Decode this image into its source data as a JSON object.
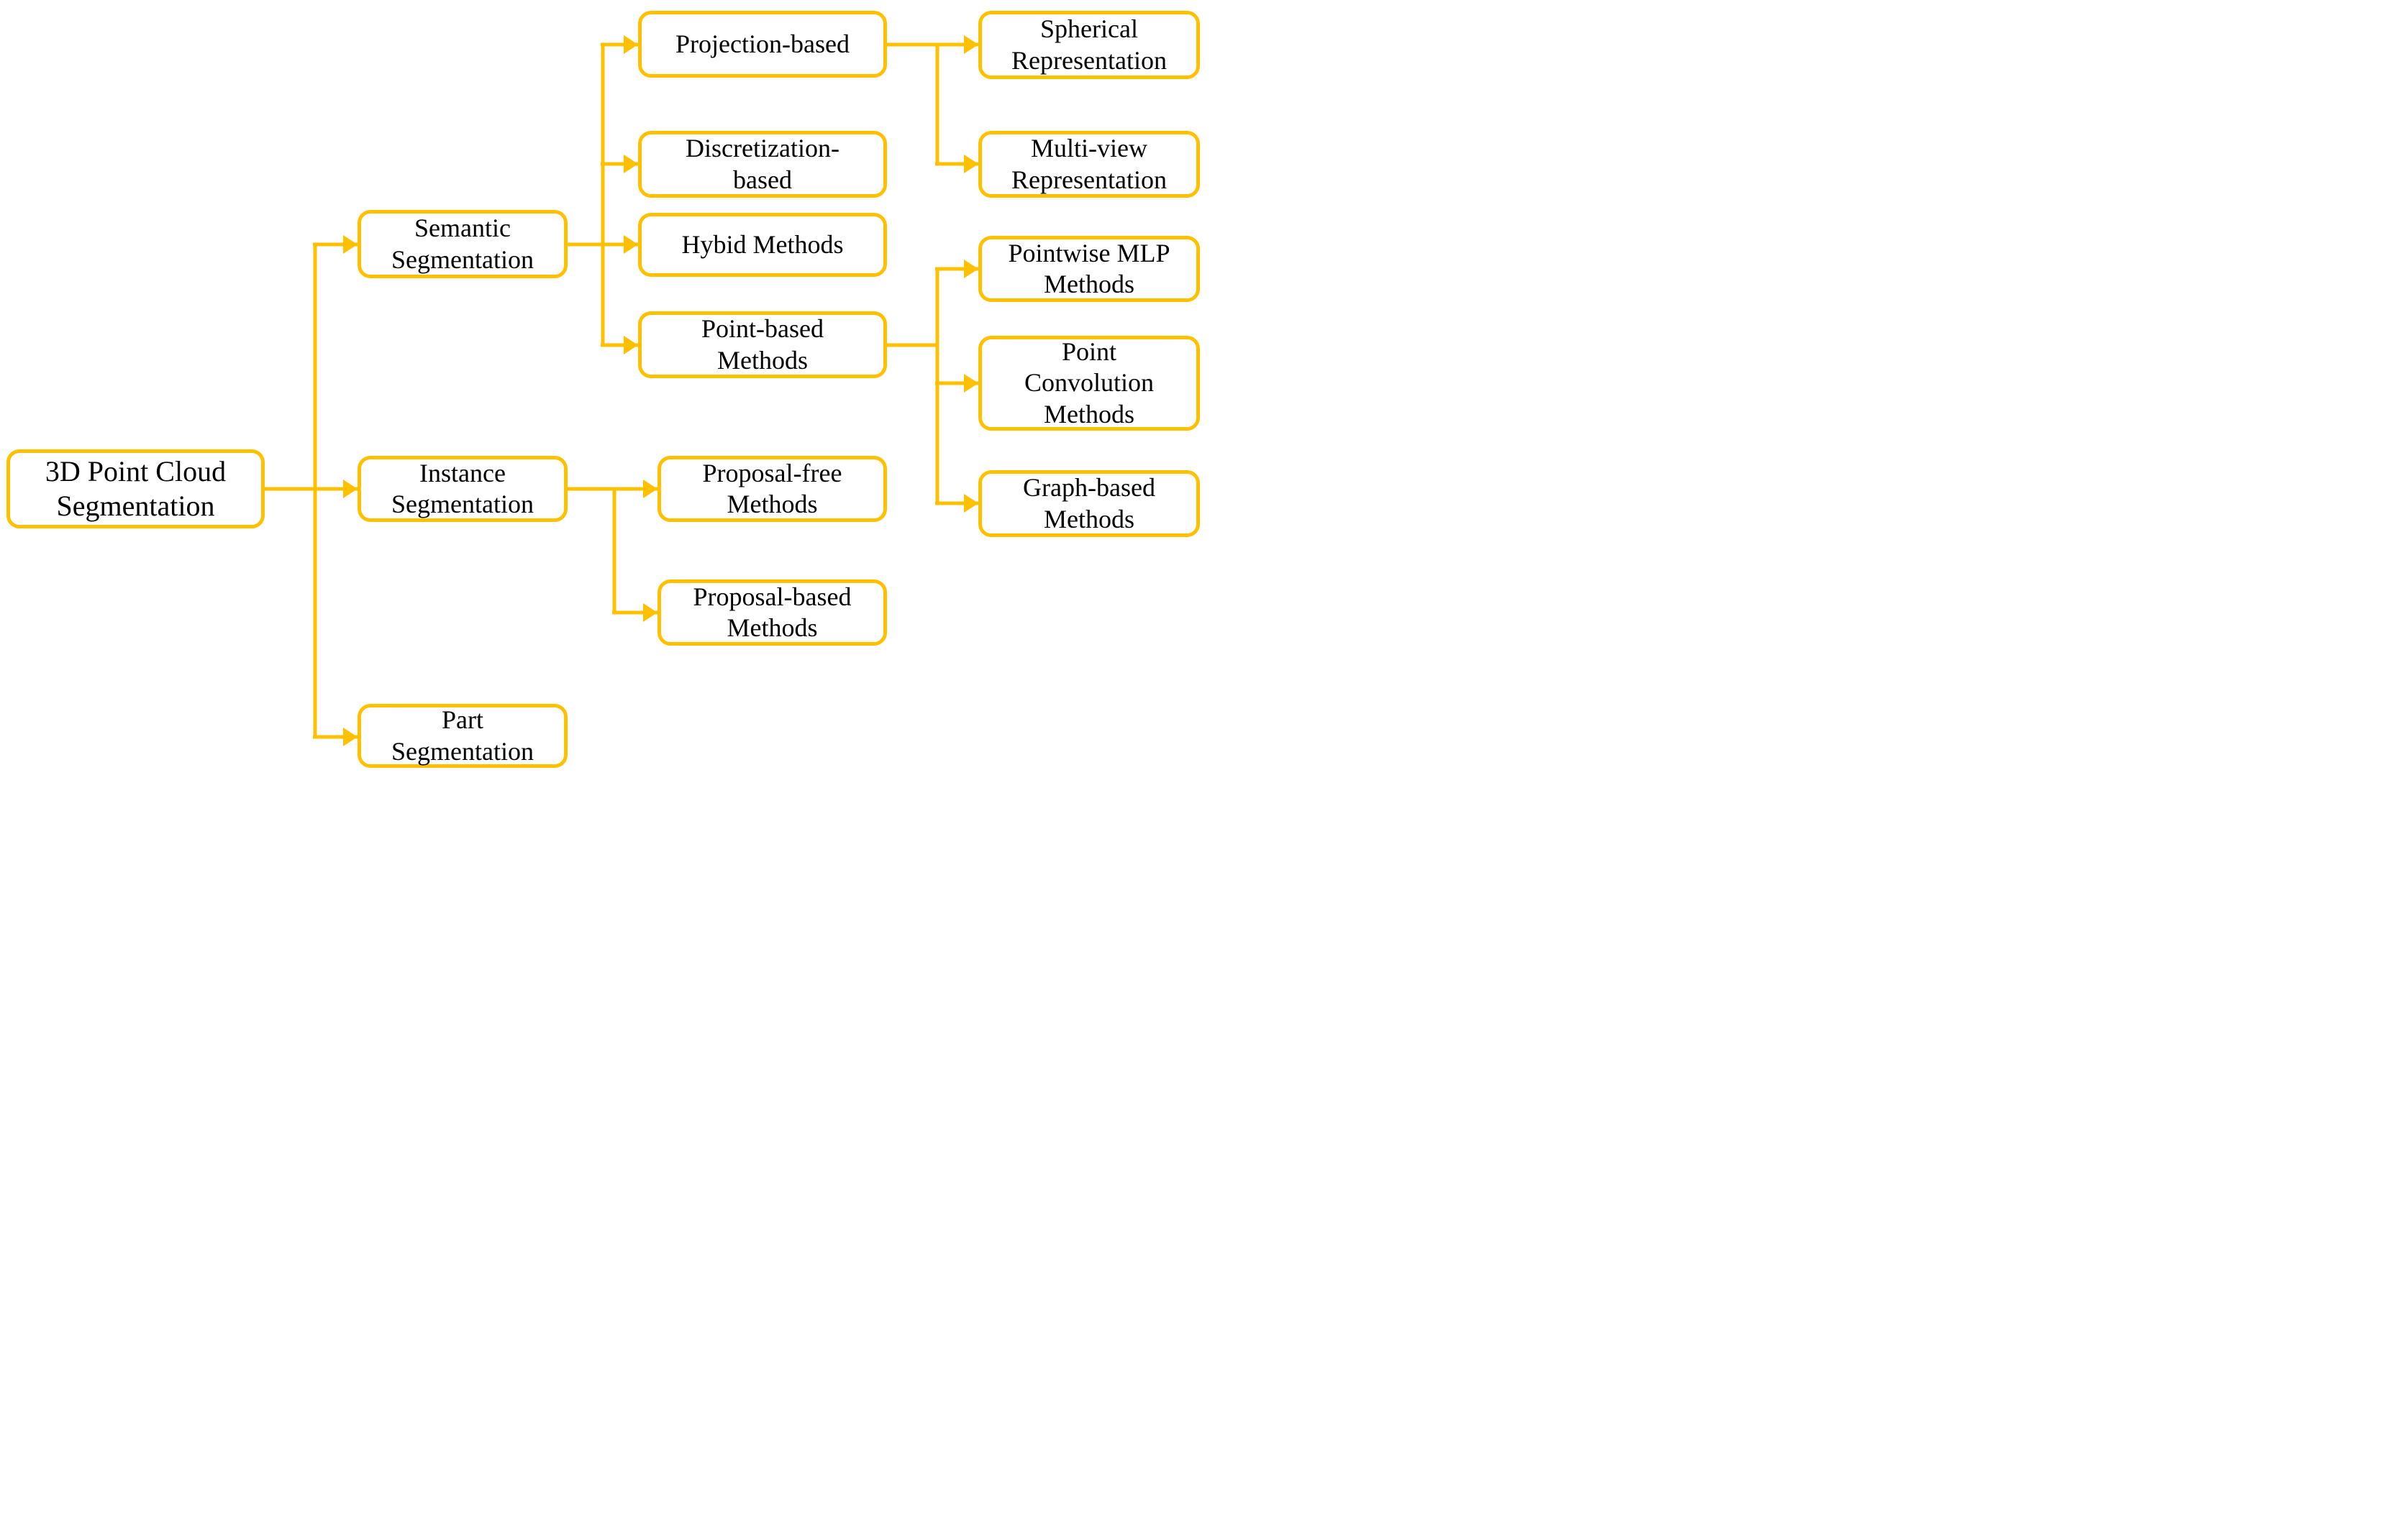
{
  "colors": {
    "accent": "#FFC000",
    "text": "#000000",
    "background": "#FFFFFF"
  },
  "diagram_type": "taxonomy-tree",
  "nodes": {
    "root": {
      "label": [
        "3D Point Cloud",
        "Segmentation"
      ],
      "children": [
        "semantic_segmentation",
        "instance_segmentation",
        "part_segmentation"
      ]
    },
    "semantic_segmentation": {
      "label": [
        "Semantic",
        "Segmentation"
      ],
      "children": [
        "projection_based",
        "discretization_based",
        "hybid_methods",
        "point_based_methods"
      ]
    },
    "instance_segmentation": {
      "label": [
        "Instance",
        "Segmentation"
      ],
      "children": [
        "proposal_free_methods",
        "proposal_based_methods"
      ]
    },
    "part_segmentation": {
      "label": [
        "Part",
        "Segmentation"
      ],
      "children": []
    },
    "projection_based": {
      "label": [
        "Projection-based"
      ],
      "children": [
        "spherical_representation",
        "multi_view_representation"
      ]
    },
    "discretization_based": {
      "label": [
        "Discretization-",
        "based"
      ],
      "children": []
    },
    "hybid_methods": {
      "label": [
        "Hybid Methods"
      ],
      "children": []
    },
    "point_based_methods": {
      "label": [
        "Point-based",
        "Methods"
      ],
      "children": [
        "pointwise_mlp_methods",
        "point_convolution_methods",
        "graph_based_methods"
      ]
    },
    "spherical_representation": {
      "label": [
        "Spherical",
        "Representation"
      ],
      "children": []
    },
    "multi_view_representation": {
      "label": [
        "Multi-view",
        "Representation"
      ],
      "children": []
    },
    "pointwise_mlp_methods": {
      "label": [
        "Pointwise MLP",
        "Methods"
      ],
      "children": []
    },
    "point_convolution_methods": {
      "label": [
        "Point",
        "Convolution",
        "Methods"
      ],
      "children": []
    },
    "graph_based_methods": {
      "label": [
        "Graph-based",
        "Methods"
      ],
      "children": []
    },
    "proposal_free_methods": {
      "label": [
        "Proposal-free",
        "Methods"
      ],
      "children": []
    },
    "proposal_based_methods": {
      "label": [
        "Proposal-based",
        "Methods"
      ],
      "children": []
    }
  }
}
